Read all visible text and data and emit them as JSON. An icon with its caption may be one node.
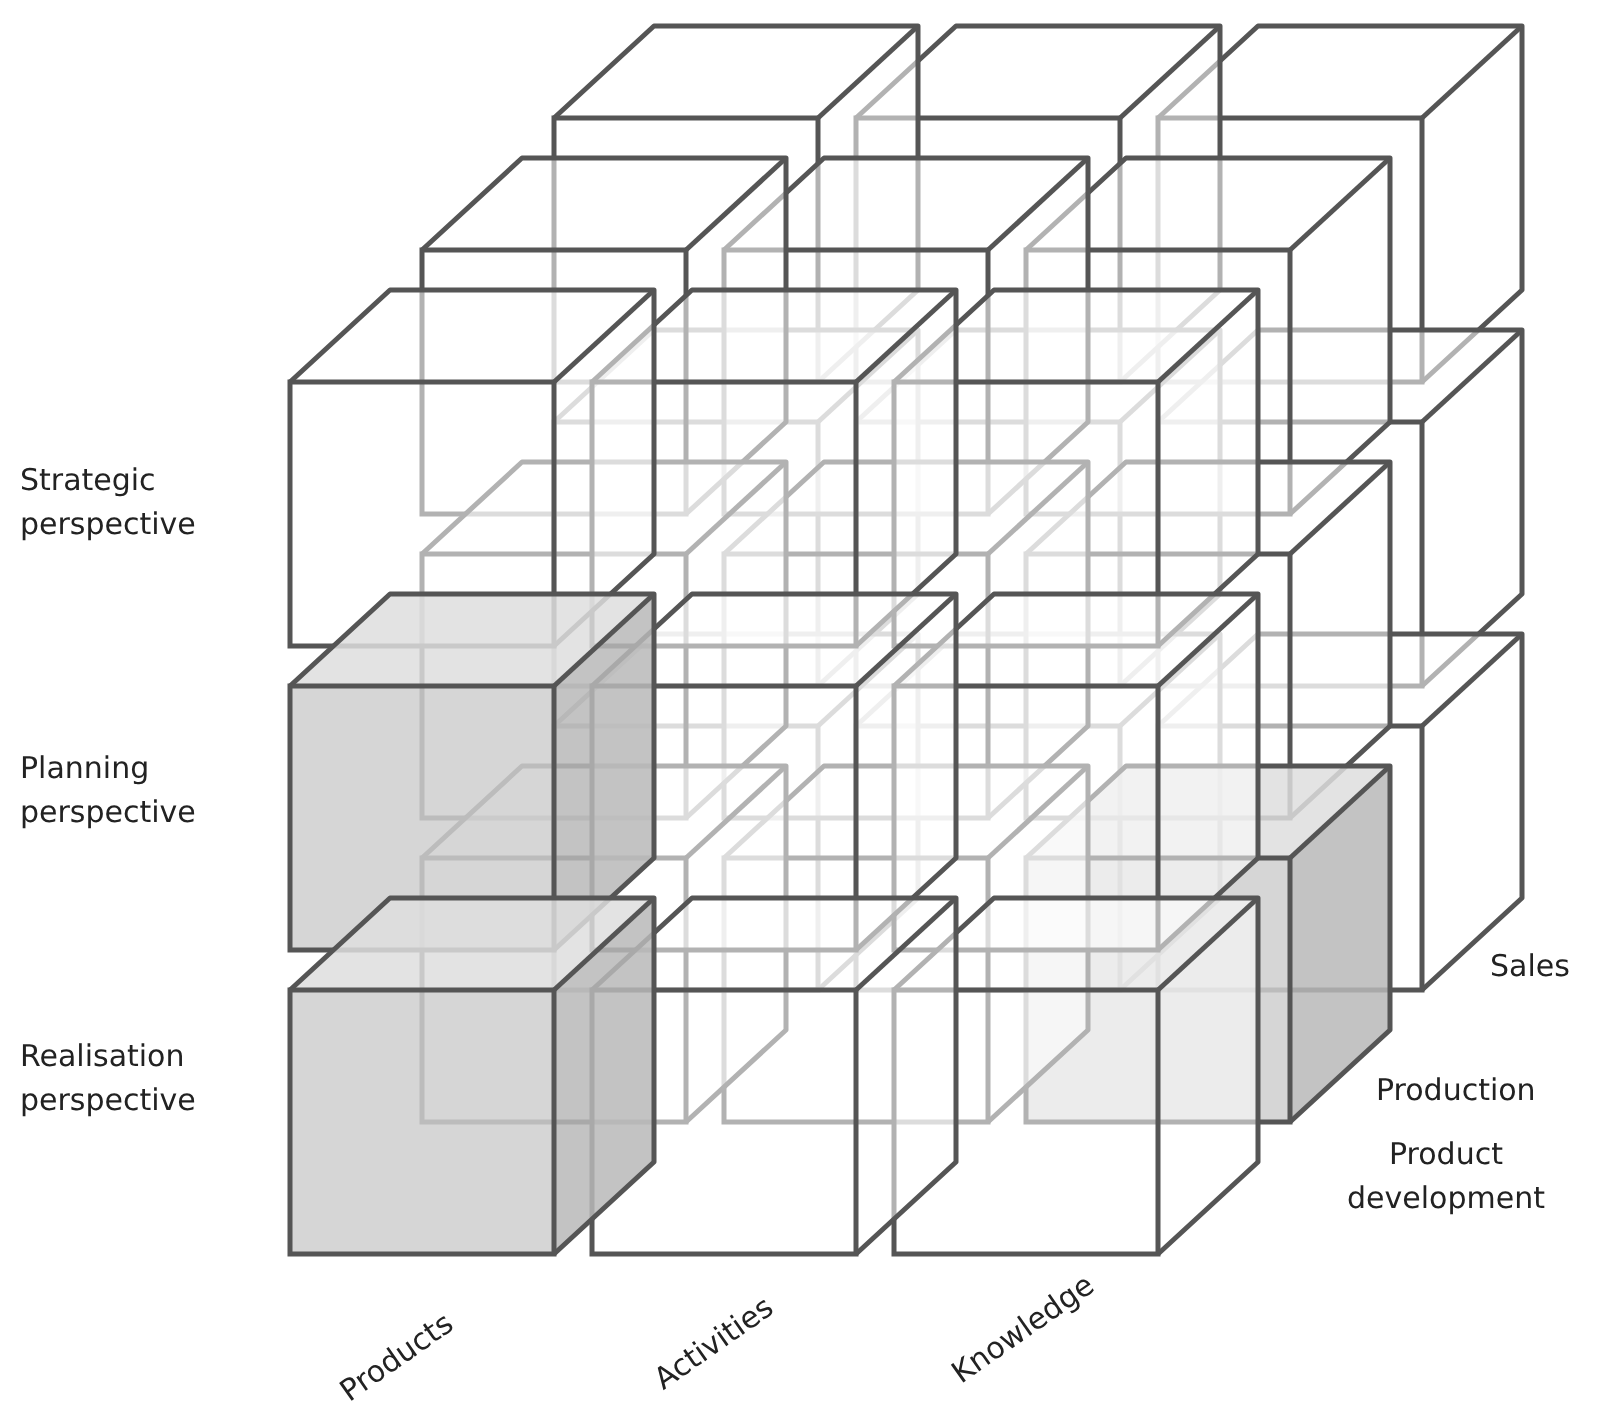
{
  "diagram": {
    "labels": [
      "Strategic perspective",
      "Planning perspective",
      "Realisation perspective",
      "Sales",
      "Production",
      "Product development",
      "Products",
      "Activities",
      "Knowledge"
    ]
  }
}
